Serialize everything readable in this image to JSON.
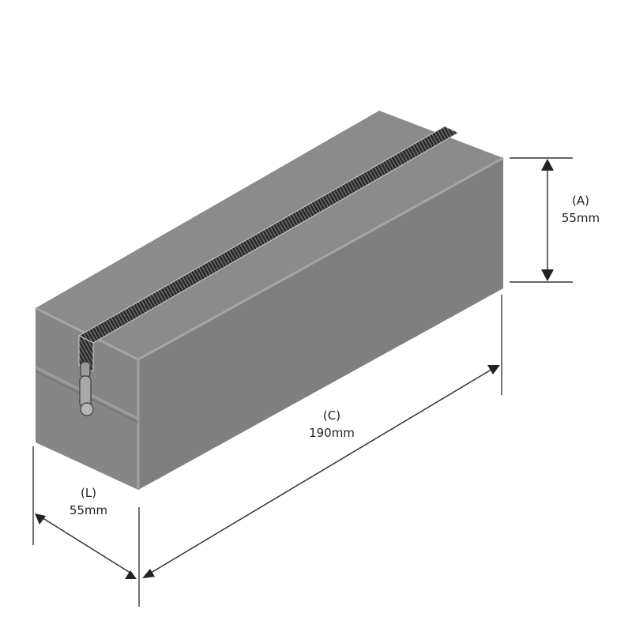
{
  "diagram": {
    "subject": "Zippered rectangular pouch (isometric view)",
    "colors": {
      "top_face": "#8a8a8a",
      "front_face": "#858585",
      "side_face": "#7d7d7d",
      "zipper": "#2a2a2a",
      "dimension_line": "#333333",
      "background": "#ffffff"
    },
    "dimensions": {
      "height": {
        "letter": "(A)",
        "value": "55mm"
      },
      "length": {
        "letter": "(C)",
        "value": "190mm"
      },
      "width": {
        "letter": "(L)",
        "value": "55mm"
      }
    }
  }
}
